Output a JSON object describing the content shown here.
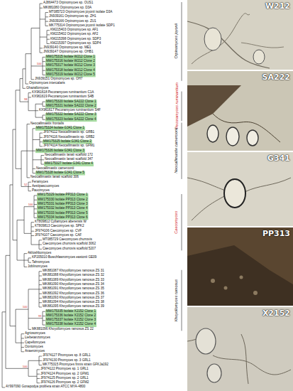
{
  "diagram": {
    "nodes": [
      {
        "text": [
          "W212"
        ]
      },
      {
        "text": [
          "SA222"
        ]
      },
      {
        "text": [
          "G341"
        ]
      },
      {
        "text": [
          "PP313"
        ]
      },
      {
        "text": [
          "X2152"
        ]
      }
    ],
    "labels": [
      "AJ864473 Orpinomyces sp. OUS1",
      "MK881080 Orpinomyces sp. D3A",
      "MT085723 Orpinomyces joyonii isolate D3A",
      "JN939161 Orpinomyces sp. ZH1",
      "JN939166 Orpinomyces sp. ZU1",
      "MK775314 Orpinomyces joyonii isolate SDP1",
      "KM215403 Orpinomyces sp. AF1",
      "KM215402 Orpinomyces sp. AF2",
      "KM215398 Orpinomyces sp. SDP3",
      "KM215397 Orpinomyces sp. SDP4",
      "JN939140 Orpinomyces sp. ME1",
      "JN939147 Orpinomyces sp. OHB1",
      "MW175315 Isolate W212 Clone 1",
      "MW175316 Isolate W212 Clone 2",
      "MW175317 Isolate W212 Clone 3",
      "MW175318 Isolate W212 Clone 4",
      "MW175319 Isolate W212 Clone 5",
      "JN939151 Orpinomyces sp. OH7",
      "Orpinomyces intercalaris",
      "Ghazallomyces",
      "KX961618 Pecoramyces ruminantium C1A",
      "KX961619 Pecoramyces ruminantium S4B",
      "MW175320 Isolate SA222 Clone 1",
      "MW175321 Isolate SA222 Clone 2",
      "KX961617 Pecoramyces ruminantium S4F",
      "MW175322 Isolate SA222 Clone 3",
      "MW175323 Isolate SA222 Clone 4",
      "Neocallimastix frontalis",
      "MW175324 Isolate G341 Clone 1",
      "JF974112 Neocallimastix sp. GRB1",
      "JF974116 Neocallimastix sp. GRB2",
      "MW175325 Isolate G341 Clone 2",
      "JF974114 Neocallimastix sp. GFM1",
      "MW175326 Isolate G341 Clone 3",
      "Neocallimastix lanati scaffold 172",
      "Neocallimastix lanati scaffold 347",
      "MW175327 Isolate G341 Clone 4",
      "Neocallimastix cameroonii",
      "MW175328 Isolate G341 Clone 5",
      "Neocallimastix lanati scaffold 306",
      "Feramyces",
      "Aestipascuomyces",
      "Paucimyces",
      "MW175329 Isolate PP313 Clone 1",
      "MW175330 Isolate PP313 Clone 2",
      "MW175331 Isolate PP313 Clone 3",
      "MW175332 Isolate PP313 Clone 4",
      "MW175333 Isolate PP313 Clone 5",
      "MW175334 Isolate PP313 Clone 6",
      "KT809812 Cyllamyces aberensis W",
      "KT809813 Caecomyces sp. SPK2",
      "JF974106 Caecomyces sp. CVF",
      "JF974107 Caecomyces sp. CAF",
      "MT085729 Caecomyces churrovis",
      "Caecomyces churrovis scaffold 3062",
      "Caecomyces churrovis scaffold 5207",
      "Aklioshbomyces",
      "KP205010 Buwchfawromyces eastonii GE09",
      "Tahromyces",
      "Joblinomyces",
      "MK881087 Khoyollomyces ramosus ZS 31",
      "MK881088 Khoyollomyces ramosus ZS 32",
      "MK881089 Khoyollomyces ramosus ZS 33",
      "MK881090 Khoyollomyces ramosus ZS 34",
      "MK881091 Khoyollomyces ramosus ZS 35",
      "MK881092 Khoyollomyces ramosus ZS 36",
      "MK881093 Khoyollomyces ramosus ZS 37",
      "MK881094 Khoyollomyces ramosus ZS 38",
      "MK881095 Khoyollomyces ramosus ZS 39",
      "MW175335 Isolate X2152 Clone 1",
      "MW175336 Isolate X2152 Clone 2",
      "MW175337 Isolate X2152 Clone 3",
      "MW175338 Isolate X2152 Clone 4",
      "MK881096 Khoyollomyces ramosus ZS 22",
      "Agriosomyces",
      "Liebetanzomyces",
      "Capellomyces",
      "Oontomyces",
      "Anaeromyces",
      "JF974127 Piromyces sp. 8 GRL1",
      "JF974130 Piromyces sp. 3 GRL1",
      "MK775315 Piromyces finnis strain GFKJa192",
      "JF974122 Piromyces sp. 1 GRL1",
      "JF974124 Piromyces sp. 2 GFM1",
      "JF974125 Piromyces sp. 2 GRL1",
      "JF974126 Piromyces sp. 2 GFM2",
      "AY997090 Gonapodya prolifera strain ATCC MYA-4800",
      "Orpinomyces joyonii",
      "Pecoramyces ruminantium",
      "Neocallimastix cameroonii",
      "Caecomyces",
      "Khoyollomyces ramosus",
      "100",
      "100",
      "99",
      "100",
      "98",
      "100",
      "52"
    ]
  }
}
